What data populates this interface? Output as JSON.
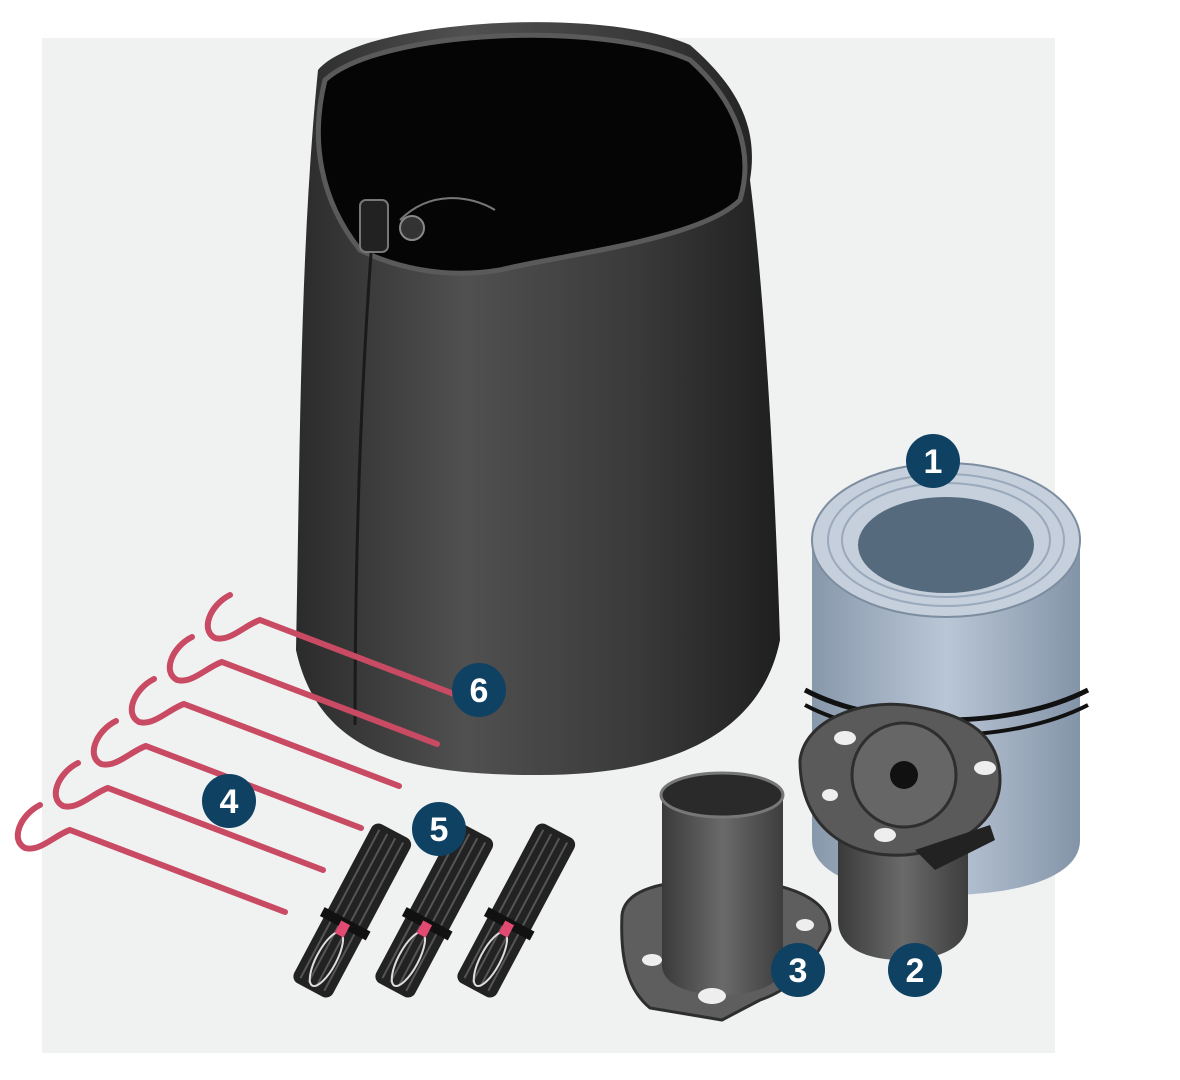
{
  "colors": {
    "backdrop": "#f0f2f1",
    "callout_fill": "#0f4163",
    "callout_text": "#ffffff",
    "bag": "#3c3c3c",
    "bag_inside": "#050505",
    "tape_roll": "#a9b7c8",
    "metal": "#555555",
    "stakes": "#c94a63",
    "cord_bundle": "#222222"
  },
  "callouts": {
    "c1": "1",
    "c2": "2",
    "c3": "3",
    "c4": "4",
    "c5": "5",
    "c6": "6"
  },
  "parts": [
    {
      "id": "tape-roll",
      "icon": "tape-roll-icon",
      "callout": "1"
    },
    {
      "id": "mount-bracket-with-knob",
      "icon": "bracket-icon",
      "callout": "2"
    },
    {
      "id": "flanged-sleeve",
      "icon": "sleeve-icon",
      "callout": "3"
    },
    {
      "id": "ground-stakes",
      "icon": "stake-icon",
      "callout": "4",
      "count": 6
    },
    {
      "id": "bundled-cords",
      "icon": "cord-bundle-icon",
      "callout": "5",
      "count": 3
    },
    {
      "id": "bag",
      "icon": "bag-icon",
      "callout": "6"
    }
  ]
}
